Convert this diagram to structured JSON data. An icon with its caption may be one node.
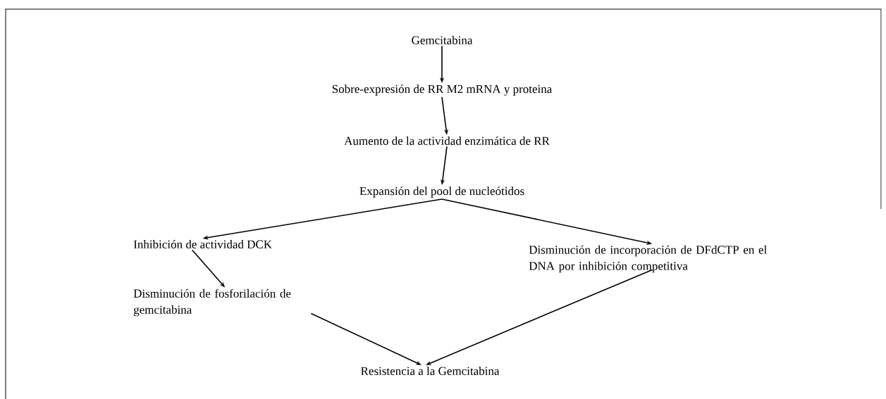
{
  "diagram": {
    "nodes": [
      {
        "text": [
          "Gemcitabina"
        ]
      },
      {
        "text": [
          "Sobre-expresión de RR M2 mRNA y proteina"
        ]
      },
      {
        "text": [
          "Aumento de la actividad enzimática de RR"
        ]
      },
      {
        "text": [
          "Expansión del pool de nucleótidos"
        ]
      },
      {
        "text": [
          "Inhibición de actividad DCK"
        ]
      },
      {
        "text": [
          "Disminución de incorporación de DFdCTP en el DNA por inhibición competitiva"
        ]
      },
      {
        "text": [
          "Disminución de fosforilación de gemcitabina"
        ]
      },
      {
        "text": [
          "Resistencia a la Gemcitabina"
        ]
      }
    ],
    "edges": [
      {
        "from": 0,
        "to": 1,
        "arrow": "to"
      },
      {
        "from": 1,
        "to": 2,
        "arrow": "to"
      },
      {
        "from": 2,
        "to": 3,
        "arrow": "to"
      },
      {
        "from": 3,
        "to": 4,
        "arrow": "to"
      },
      {
        "from": 3,
        "to": 5,
        "arrow": "to"
      },
      {
        "from": 4,
        "to": 6,
        "arrow": "to"
      },
      {
        "from": 6,
        "to": 7,
        "arrow": "to"
      },
      {
        "from": 5,
        "to": 7,
        "arrow": "to"
      }
    ]
  }
}
